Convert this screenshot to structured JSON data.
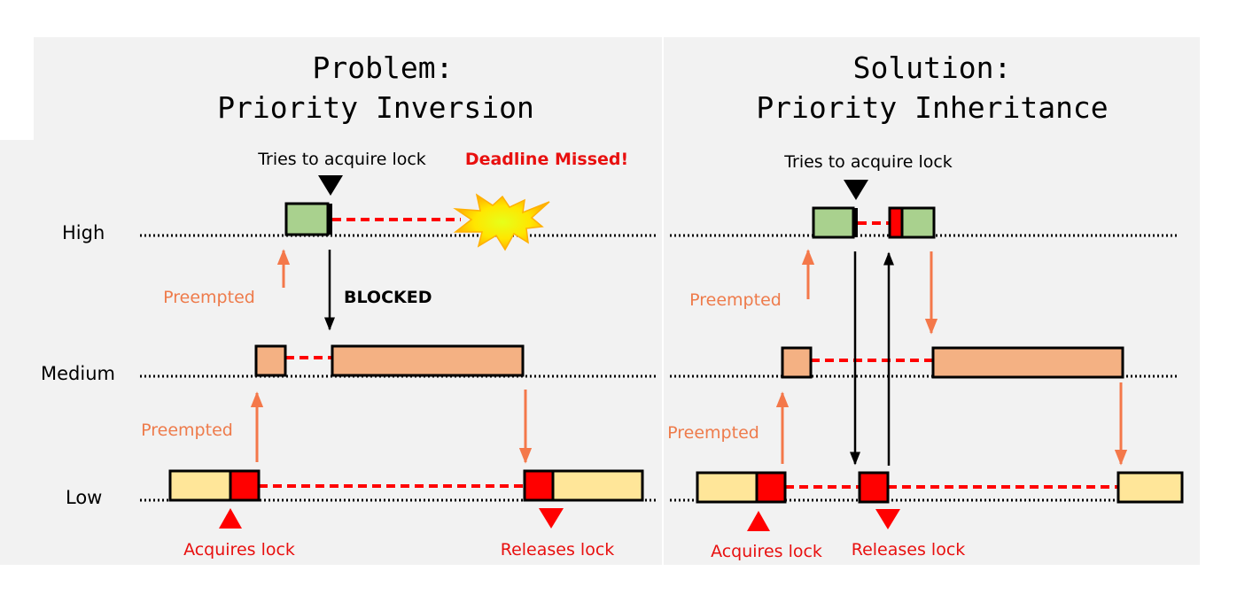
{
  "left_panel": {
    "title_line1": "Problem:",
    "title_line2": "Priority Inversion",
    "rows": {
      "high": "High",
      "medium": "Medium",
      "low": "Low"
    },
    "annotations": {
      "tries": "Tries to acquire lock",
      "deadline": "Deadline Missed!",
      "blocked": "BLOCKED",
      "preempted_high": "Preempted",
      "preempted_medium": "Preempted",
      "acquires": "Acquires lock",
      "releases": "Releases lock"
    }
  },
  "right_panel": {
    "title_line1": "Solution:",
    "title_line2": "Priority Inheritance",
    "annotations": {
      "tries": "Tries to acquire lock",
      "preempted_high": "Preempted",
      "preempted_medium": "Preempted",
      "acquires": "Acquires lock",
      "releases": "Releases lock"
    }
  },
  "colors": {
    "panel_bg": "#F2F2F2",
    "high_task": "#A9D18E",
    "medium_task": "#F4B183",
    "low_task": "#FFE699",
    "lock": "#FF0000",
    "preempt_arrow": "#F4784A",
    "wait_line": "#FF0000",
    "burst": "#E6FF1A"
  }
}
